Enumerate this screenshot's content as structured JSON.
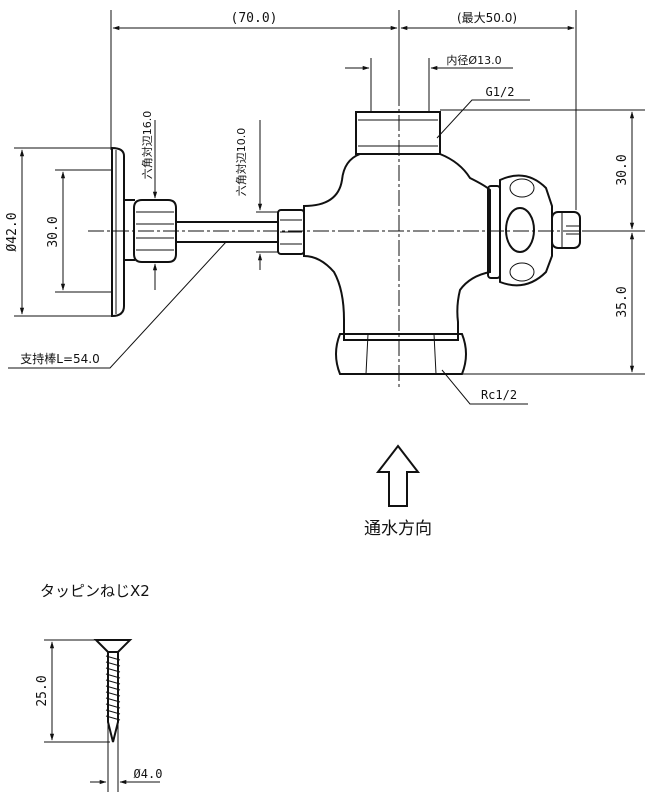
{
  "dimensions": {
    "overall_left": "(70.0)",
    "overall_right": "(最大50.0)",
    "inner_diameter": "内径Ø13.0",
    "thread_top": "G1/2",
    "hex_flats_16": "六角対辺16.0",
    "hex_flats_10": "六角対辺10.0",
    "flange_diameter": "Ø42.0",
    "flange_pitch": "30.0",
    "height_upper": "30.0",
    "height_lower": "35.0",
    "support_rod": "支持棒L=54.0",
    "thread_bottom": "Rc1/2"
  },
  "flow_direction_label": "通水方向",
  "screw": {
    "title": "タッピンねじX2",
    "length": "25.0",
    "diameter": "Ø4.0"
  }
}
